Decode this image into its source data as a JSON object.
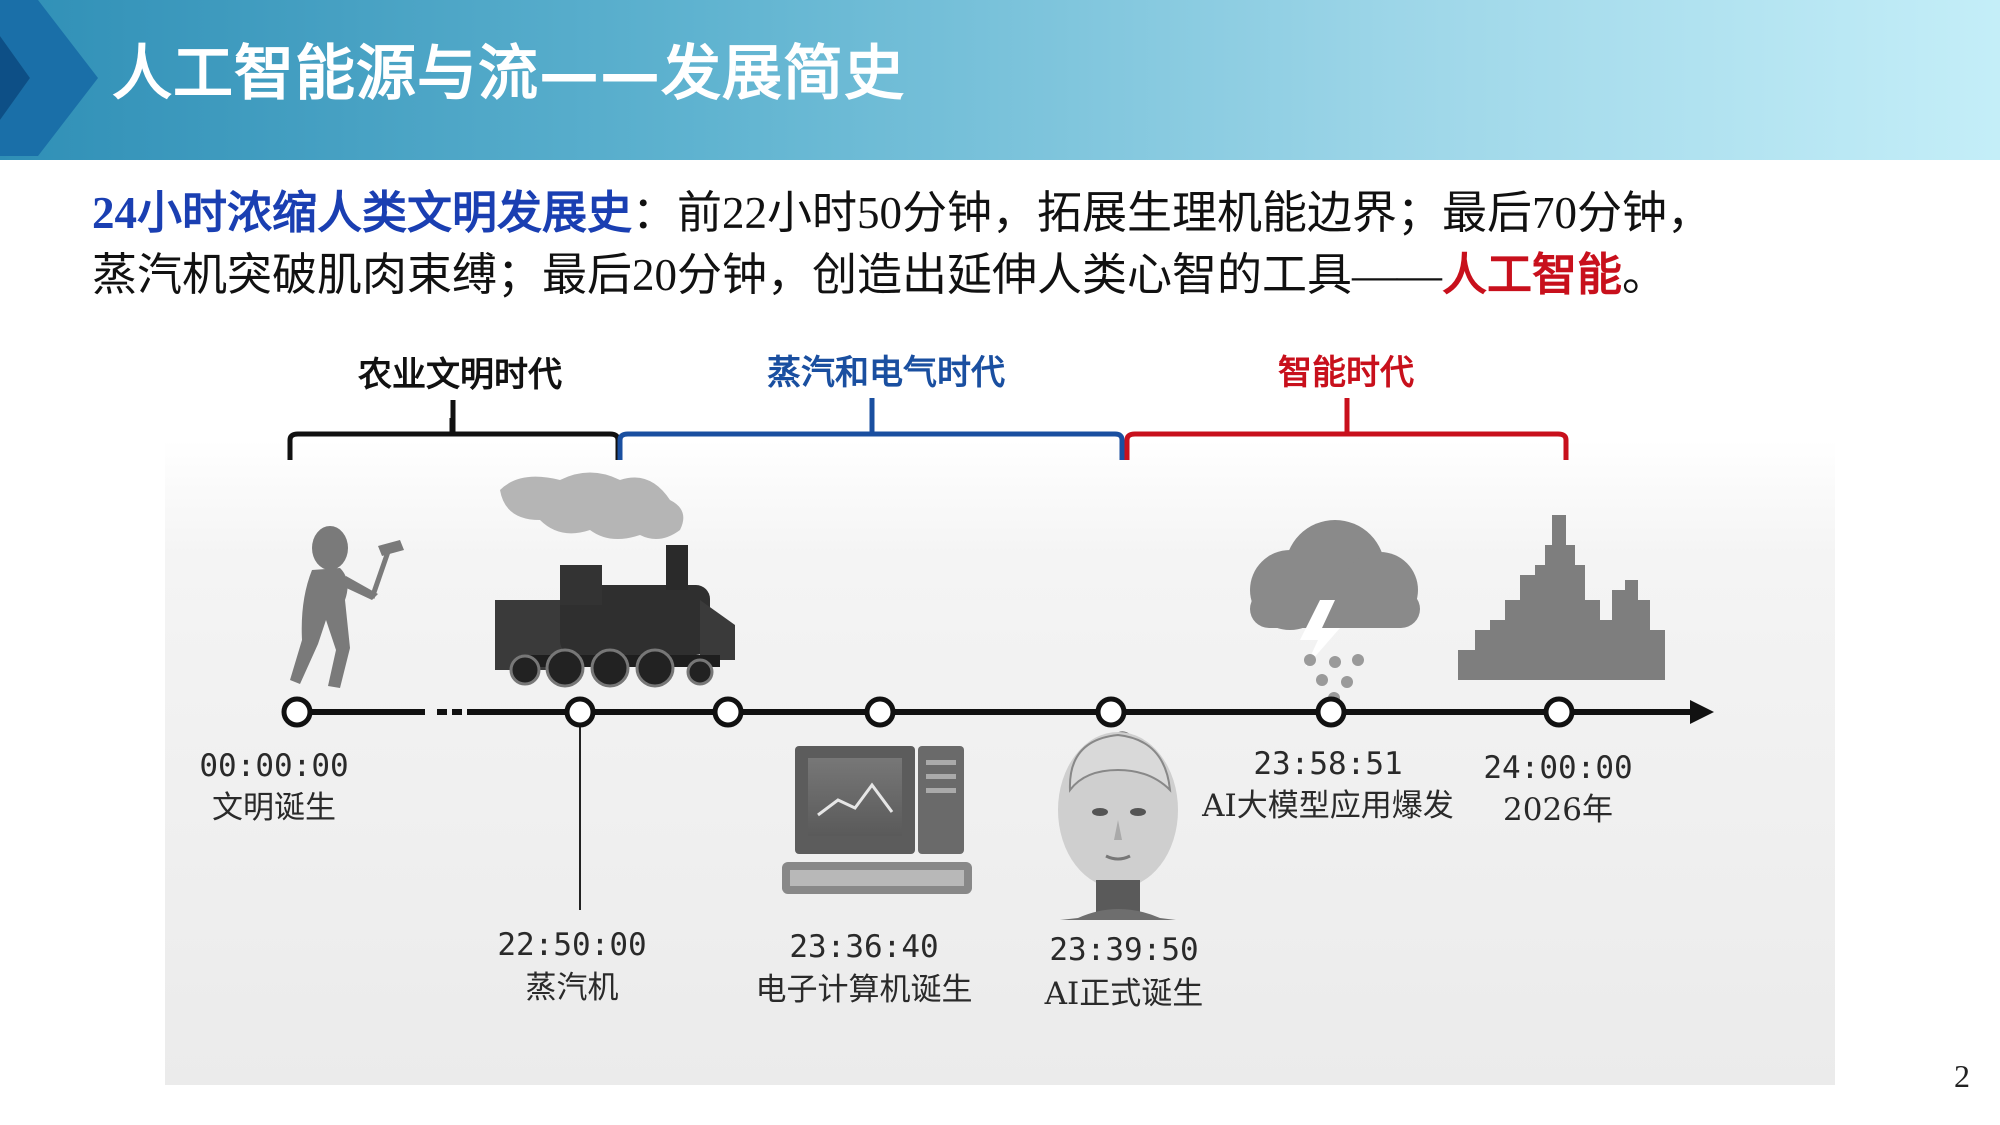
{
  "header": {
    "title": "人工智能源与流——发展简史"
  },
  "intro": {
    "lead": "24小时浓缩人类文明发展史",
    "line1_rest": "：前22小时50分钟，拓展生理机能边界；最后70分钟，",
    "line2": "蒸汽机突破肌肉束缚；最后20分钟，创造出延伸人类心智的工具——",
    "highlight": "人工智能",
    "end": "。"
  },
  "eras": {
    "agri": "农业文明时代",
    "steam": "蒸汽和电气时代",
    "ai": "智能时代"
  },
  "colors": {
    "agri": "#111111",
    "steam": "#1a4fa0",
    "ai": "#c8101c"
  },
  "events": [
    {
      "time": "00:00:00",
      "label": "文明诞生"
    },
    {
      "time": "22:50:00",
      "label": "蒸汽机"
    },
    {
      "time": "23:36:40",
      "label": "电子计算机诞生"
    },
    {
      "time": "23:39:50",
      "label": "AI正式诞生"
    },
    {
      "time": "23:58:51",
      "label": "AI大模型应用爆发"
    },
    {
      "time": "24:00:00",
      "label": "2026年"
    }
  ],
  "icons": {
    "caveman": "caveman-icon",
    "train": "steam-locomotive-icon",
    "computer": "computer-icon",
    "robot": "robot-head-icon",
    "cloud": "cloud-icon",
    "city": "city-skyline-icon"
  },
  "page": "2"
}
